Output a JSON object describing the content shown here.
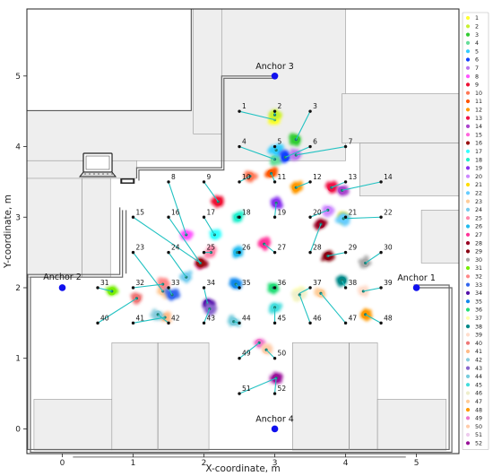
{
  "chart_data": {
    "type": "scatter",
    "xlabel": "X-coordinate, m",
    "ylabel": "Y-coordinate, m",
    "xlim": [
      -0.5,
      5.6
    ],
    "ylim": [
      -0.35,
      5.95
    ],
    "xticks": [
      0,
      1,
      2,
      3,
      4,
      5
    ],
    "yticks": [
      0,
      1,
      2,
      3,
      4,
      5
    ],
    "grid": false,
    "legend_position": "right",
    "anchors": [
      {
        "label": "Anchor 1",
        "x": 5.0,
        "y": 2.0,
        "color": "#1010ee"
      },
      {
        "label": "Anchor 2",
        "x": 0.0,
        "y": 2.0,
        "color": "#1010ee"
      },
      {
        "label": "Anchor 3",
        "x": 3.0,
        "y": 5.0,
        "color": "#1010ee"
      },
      {
        "label": "Anchor 4",
        "x": 3.0,
        "y": 0.0,
        "color": "#1010ee"
      }
    ],
    "points": [
      {
        "id": "1",
        "x": 2.5,
        "y": 4.5,
        "ex": 3.0,
        "ey": 4.38,
        "color": "#ffff33"
      },
      {
        "id": "2",
        "x": 3.0,
        "y": 4.5,
        "ex": 3.0,
        "ey": 4.45,
        "color": "#c8f032"
      },
      {
        "id": "3",
        "x": 3.5,
        "y": 4.5,
        "ex": 3.3,
        "ey": 4.1,
        "color": "#33cc33"
      },
      {
        "id": "4",
        "x": 2.5,
        "y": 4.0,
        "ex": 3.0,
        "ey": 3.82,
        "color": "#66dd99"
      },
      {
        "id": "5",
        "x": 3.0,
        "y": 4.0,
        "ex": 3.02,
        "ey": 3.95,
        "color": "#33ccff"
      },
      {
        "id": "6",
        "x": 3.5,
        "y": 4.0,
        "ex": 3.15,
        "ey": 3.85,
        "color": "#1040ff"
      },
      {
        "id": "7",
        "x": 4.0,
        "y": 4.0,
        "ex": 3.3,
        "ey": 3.88,
        "color": "#bb77ee"
      },
      {
        "id": "8",
        "x": 1.5,
        "y": 3.5,
        "ex": 1.75,
        "ey": 2.75,
        "color": "#ff55ff"
      },
      {
        "id": "9",
        "x": 2.0,
        "y": 3.5,
        "ex": 2.2,
        "ey": 3.22,
        "color": "#ee1133"
      },
      {
        "id": "10",
        "x": 2.5,
        "y": 3.5,
        "ex": 2.65,
        "ey": 3.58,
        "color": "#ff7755"
      },
      {
        "id": "11",
        "x": 3.0,
        "y": 3.5,
        "ex": 2.95,
        "ey": 3.62,
        "color": "#ff5500"
      },
      {
        "id": "12",
        "x": 3.5,
        "y": 3.5,
        "ex": 3.3,
        "ey": 3.42,
        "color": "#ff9900"
      },
      {
        "id": "13",
        "x": 4.0,
        "y": 3.5,
        "ex": 3.8,
        "ey": 3.42,
        "color": "#ee1144"
      },
      {
        "id": "14",
        "x": 4.5,
        "y": 3.5,
        "ex": 3.95,
        "ey": 3.38,
        "color": "#aa44cc"
      },
      {
        "id": "15",
        "x": 1.0,
        "y": 3.0,
        "ex": 1.95,
        "ey": 2.35,
        "color": "#ff66dd"
      },
      {
        "id": "16",
        "x": 1.5,
        "y": 3.0,
        "ex": 1.95,
        "ey": 2.35,
        "color": "#991111"
      },
      {
        "id": "17",
        "x": 2.0,
        "y": 3.0,
        "ex": 2.15,
        "ey": 2.75,
        "color": "#33ffff"
      },
      {
        "id": "18",
        "x": 2.5,
        "y": 3.0,
        "ex": 2.48,
        "ey": 3.0,
        "color": "#22eecc"
      },
      {
        "id": "19",
        "x": 3.0,
        "y": 3.0,
        "ex": 3.02,
        "ey": 3.2,
        "color": "#8833ee"
      },
      {
        "id": "20",
        "x": 3.5,
        "y": 3.0,
        "ex": 3.75,
        "ey": 3.1,
        "color": "#cc88ff"
      },
      {
        "id": "21",
        "x": 4.0,
        "y": 3.0,
        "ex": 3.97,
        "ey": 3.0,
        "color": "#ffdd00"
      },
      {
        "id": "22",
        "x": 4.5,
        "y": 3.0,
        "ex": 3.97,
        "ey": 2.98,
        "color": "#66ccff"
      },
      {
        "id": "23",
        "x": 1.0,
        "y": 2.5,
        "ex": 1.42,
        "ey": 1.95,
        "color": "#ffcc99"
      },
      {
        "id": "24",
        "x": 1.5,
        "y": 2.5,
        "ex": 1.75,
        "ey": 2.15,
        "color": "#77ccee"
      },
      {
        "id": "25",
        "x": 2.0,
        "y": 2.5,
        "ex": 2.1,
        "ey": 2.5,
        "color": "#ff88aa"
      },
      {
        "id": "26",
        "x": 2.5,
        "y": 2.5,
        "ex": 2.47,
        "ey": 2.5,
        "color": "#22bbee"
      },
      {
        "id": "27",
        "x": 3.0,
        "y": 2.5,
        "ex": 2.85,
        "ey": 2.62,
        "color": "#ff3399"
      },
      {
        "id": "28",
        "x": 3.5,
        "y": 2.5,
        "ex": 3.65,
        "ey": 2.9,
        "color": "#990022"
      },
      {
        "id": "29",
        "x": 4.0,
        "y": 2.5,
        "ex": 3.75,
        "ey": 2.45,
        "color": "#880011"
      },
      {
        "id": "30",
        "x": 4.5,
        "y": 2.5,
        "ex": 4.28,
        "ey": 2.35,
        "color": "#aaaaaa"
      },
      {
        "id": "31",
        "x": 0.5,
        "y": 2.0,
        "ex": 0.7,
        "ey": 1.95,
        "color": "#77ee00"
      },
      {
        "id": "32",
        "x": 1.0,
        "y": 2.0,
        "ex": 1.42,
        "ey": 2.05,
        "color": "#ff8888"
      },
      {
        "id": "33",
        "x": 1.5,
        "y": 2.0,
        "ex": 1.55,
        "ey": 1.9,
        "color": "#3366ee"
      },
      {
        "id": "34",
        "x": 2.0,
        "y": 2.0,
        "ex": 2.05,
        "ey": 1.78,
        "color": "#5511aa"
      },
      {
        "id": "35",
        "x": 2.5,
        "y": 2.0,
        "ex": 2.45,
        "ey": 2.05,
        "color": "#1188ee"
      },
      {
        "id": "36",
        "x": 3.0,
        "y": 2.0,
        "ex": 2.98,
        "ey": 2.0,
        "color": "#22dd77"
      },
      {
        "id": "37",
        "x": 3.5,
        "y": 2.0,
        "ex": 3.35,
        "ey": 1.92,
        "color": "#ffffaa"
      },
      {
        "id": "38",
        "x": 4.0,
        "y": 2.0,
        "ex": 3.95,
        "ey": 2.1,
        "color": "#008888"
      },
      {
        "id": "39",
        "x": 4.5,
        "y": 2.0,
        "ex": 4.25,
        "ey": 1.95,
        "color": "#ffddcc"
      },
      {
        "id": "40",
        "x": 0.5,
        "y": 1.5,
        "ex": 1.05,
        "ey": 1.85,
        "color": "#ee7777"
      },
      {
        "id": "41",
        "x": 1.0,
        "y": 1.5,
        "ex": 1.45,
        "ey": 1.58,
        "color": "#ffbb88"
      },
      {
        "id": "42",
        "x": 1.5,
        "y": 1.5,
        "ex": 1.35,
        "ey": 1.62,
        "color": "#88ccdd"
      },
      {
        "id": "43",
        "x": 2.0,
        "y": 1.5,
        "ex": 2.08,
        "ey": 1.7,
        "color": "#8866cc"
      },
      {
        "id": "44",
        "x": 2.5,
        "y": 1.5,
        "ex": 2.42,
        "ey": 1.52,
        "color": "#77ccdd"
      },
      {
        "id": "45",
        "x": 3.0,
        "y": 1.5,
        "ex": 3.0,
        "ey": 1.72,
        "color": "#44dddd"
      },
      {
        "id": "46",
        "x": 3.5,
        "y": 1.5,
        "ex": 3.35,
        "ey": 1.9,
        "color": "#eeeecc"
      },
      {
        "id": "47",
        "x": 4.0,
        "y": 1.5,
        "ex": 3.65,
        "ey": 1.92,
        "color": "#ffcc99"
      },
      {
        "id": "48",
        "x": 4.5,
        "y": 1.5,
        "ex": 4.28,
        "ey": 1.62,
        "color": "#ff9900"
      },
      {
        "id": "49",
        "x": 2.5,
        "y": 1.0,
        "ex": 2.78,
        "ey": 1.22,
        "color": "#ee77cc"
      },
      {
        "id": "50",
        "x": 3.0,
        "y": 1.0,
        "ex": 2.88,
        "ey": 1.12,
        "color": "#ffccaa"
      },
      {
        "id": "51",
        "x": 2.5,
        "y": 0.5,
        "ex": 3.02,
        "ey": 0.72,
        "color": "#eeccee"
      },
      {
        "id": "52",
        "x": 3.0,
        "y": 0.5,
        "ex": 3.02,
        "ey": 0.72,
        "color": "#991199"
      }
    ]
  }
}
